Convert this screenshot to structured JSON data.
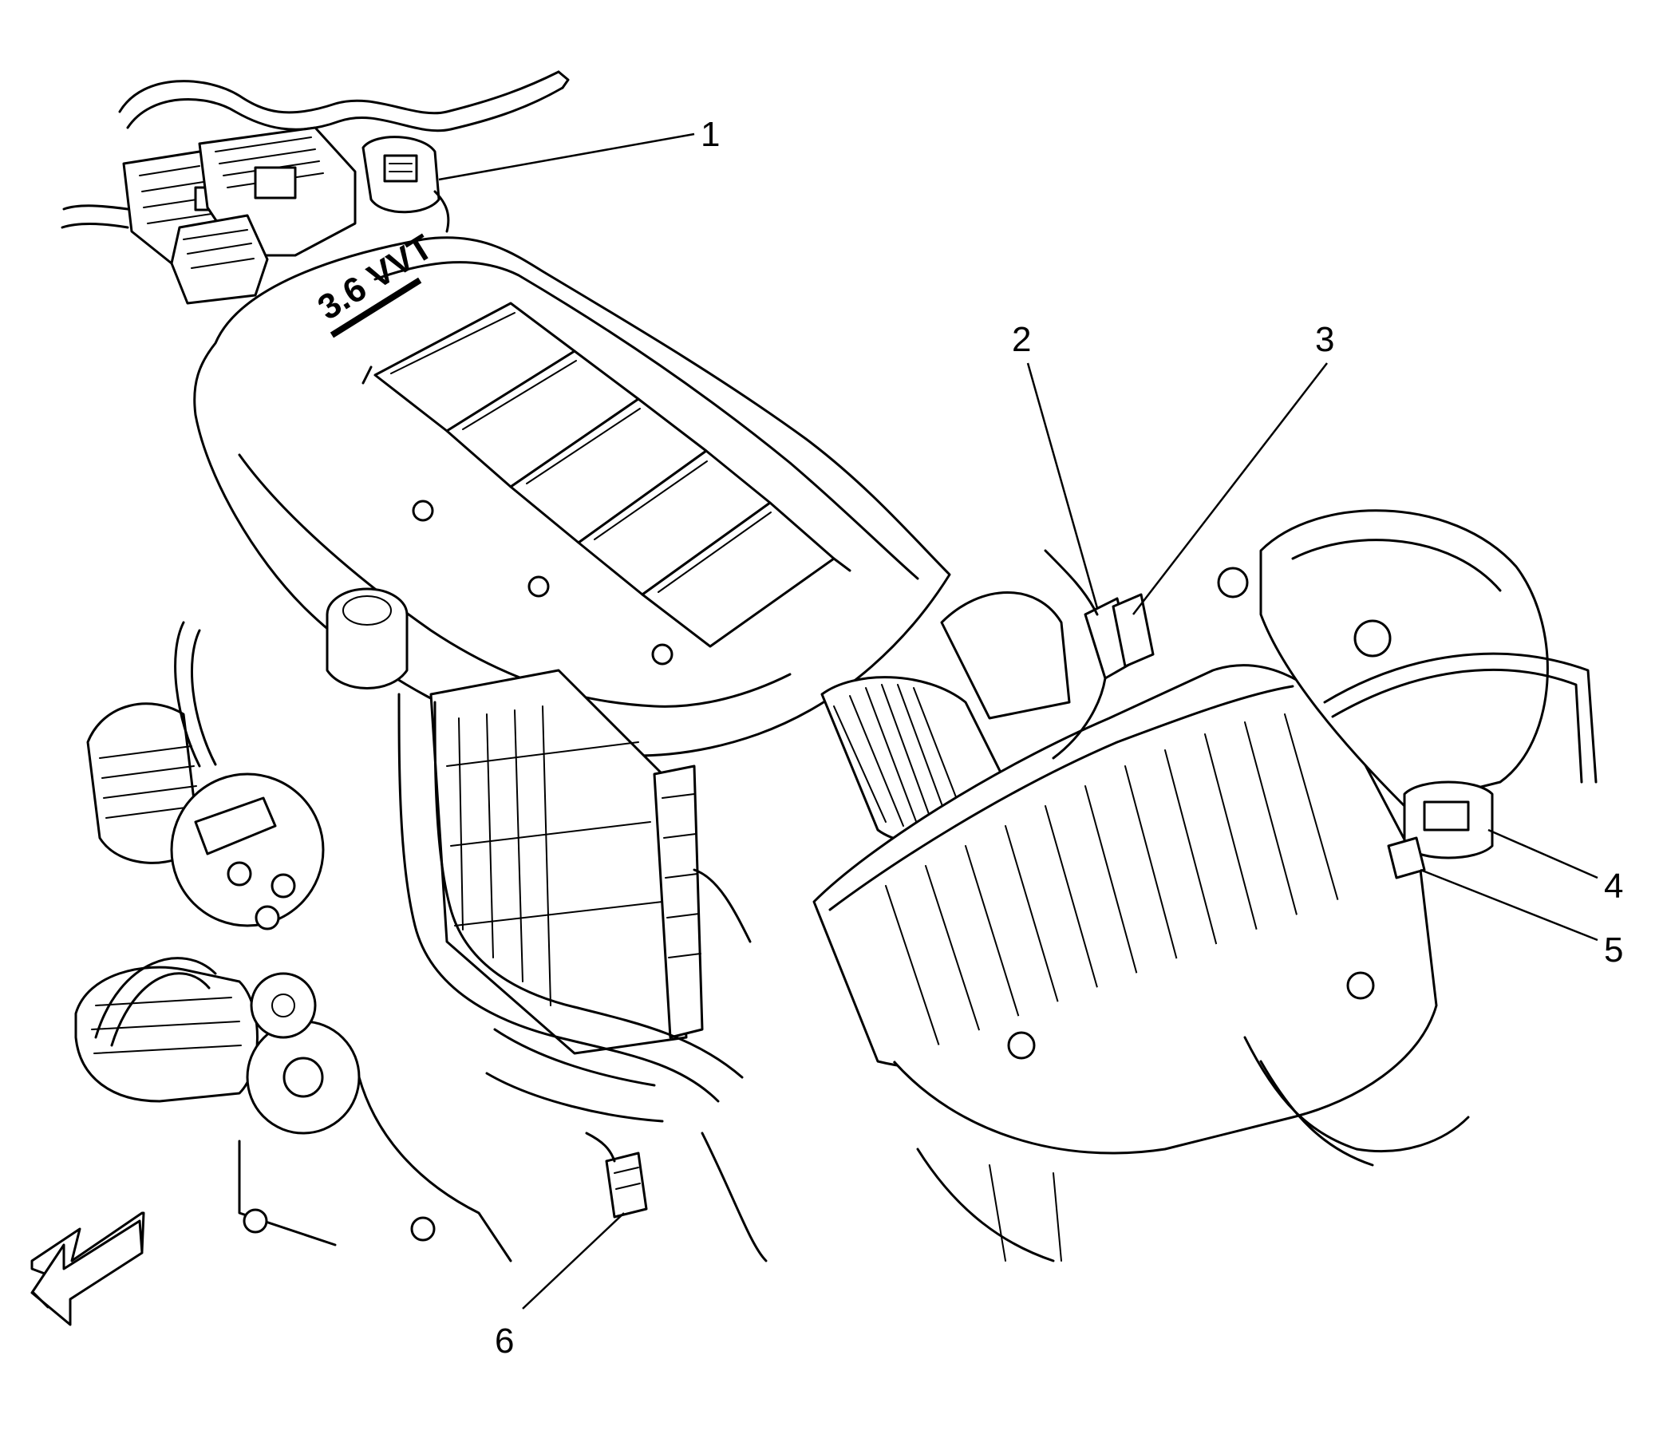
{
  "callouts": [
    {
      "id": "1",
      "label": "1"
    },
    {
      "id": "2",
      "label": "2"
    },
    {
      "id": "3",
      "label": "3"
    },
    {
      "id": "4",
      "label": "4"
    },
    {
      "id": "5",
      "label": "5"
    },
    {
      "id": "6",
      "label": "6"
    }
  ],
  "engine_cover_text": "3.6 VVT",
  "icons": {
    "direction_arrow": "front-direction-arrow-icon"
  }
}
